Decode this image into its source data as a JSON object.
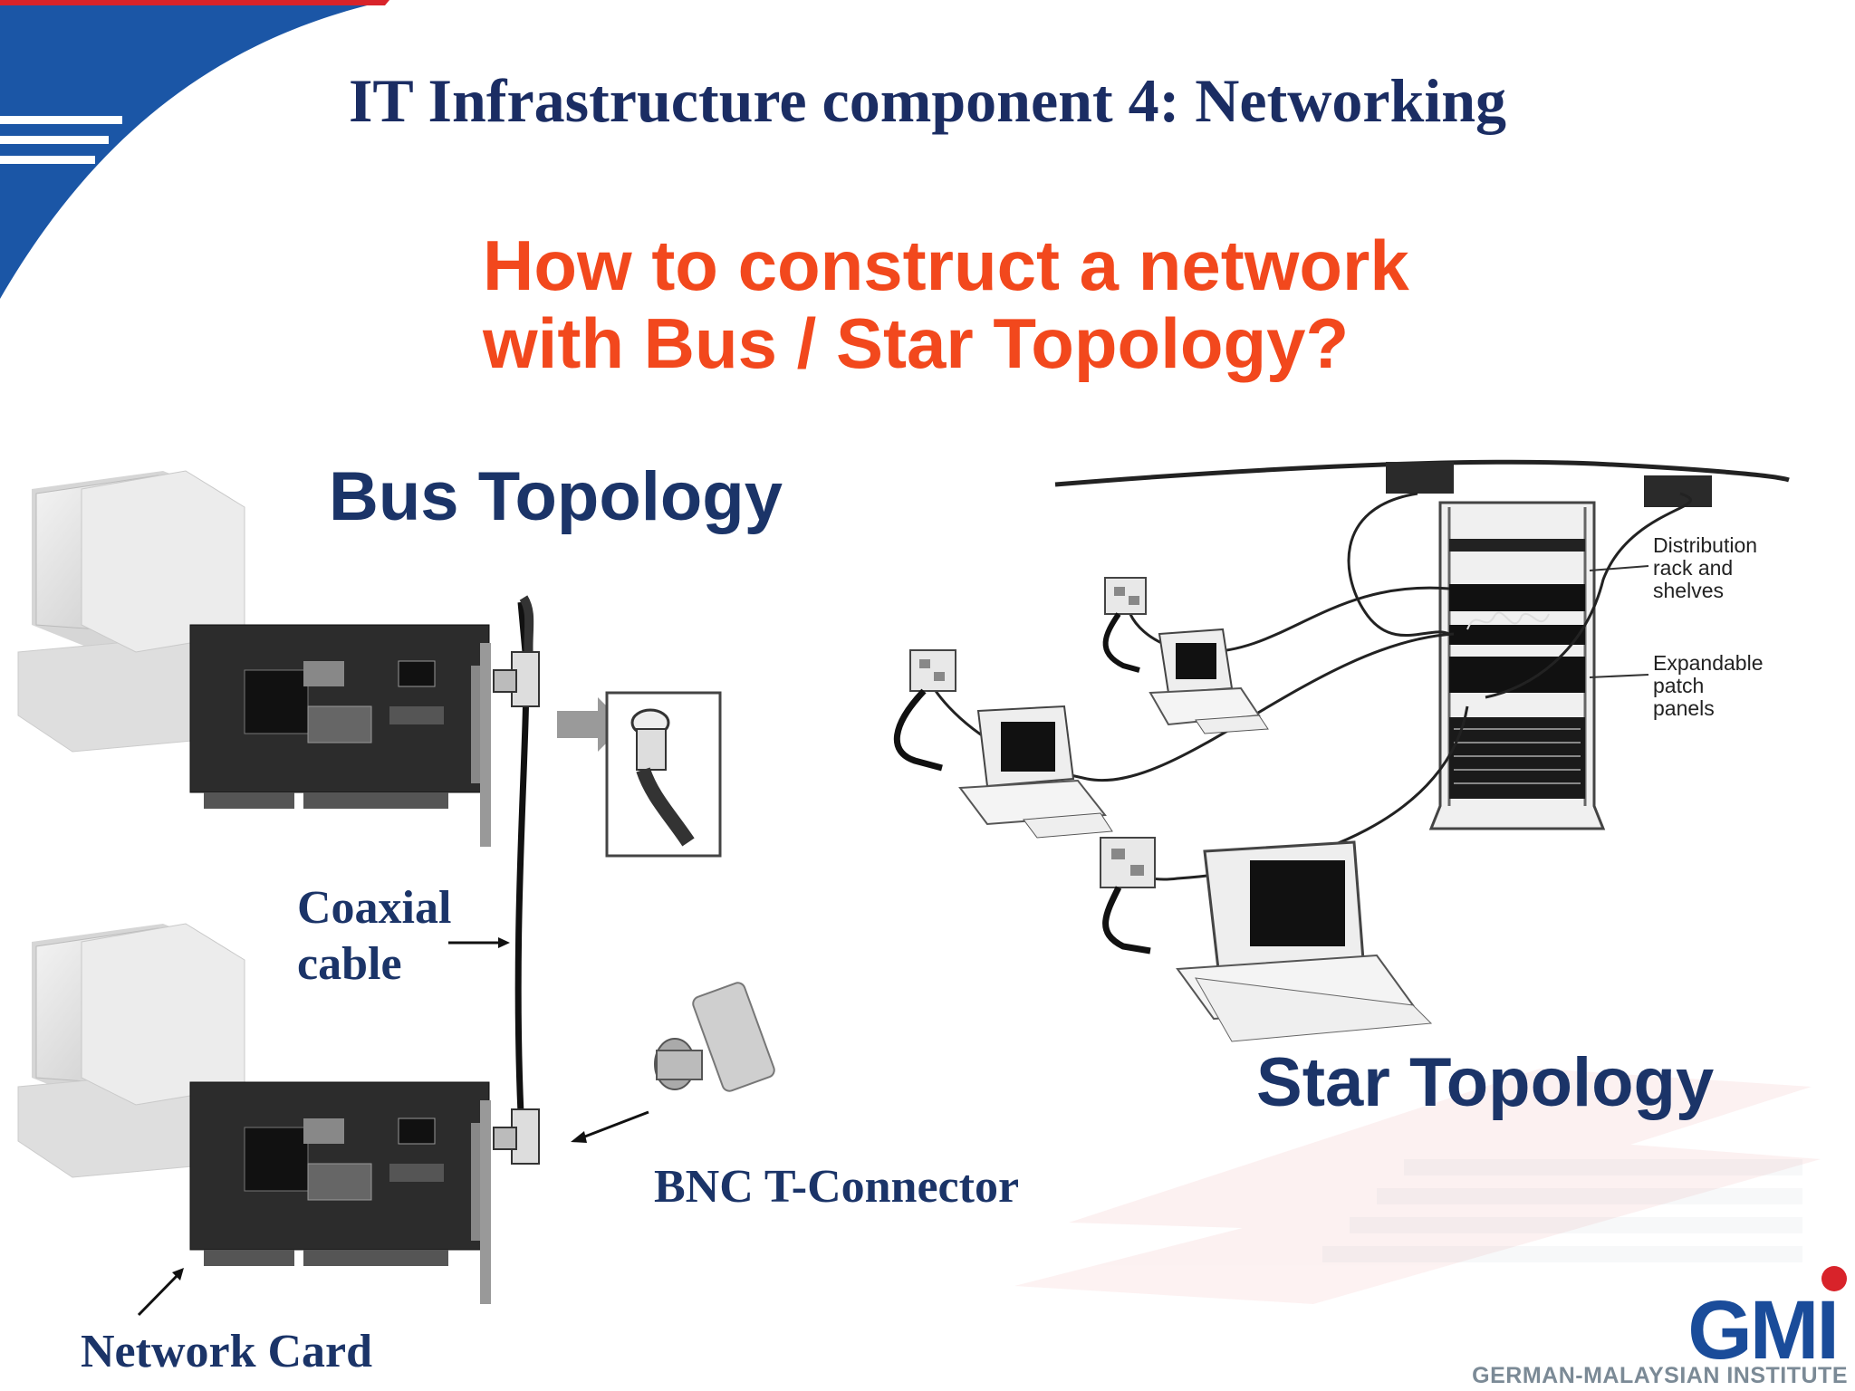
{
  "slide": {
    "title": "IT Infrastructure component 4: Networking",
    "question_line1": "How to construct a network",
    "question_line2": "with Bus / Star Topology?"
  },
  "bus": {
    "heading": "Bus Topology",
    "coaxial_line1": "Coaxial",
    "coaxial_line2": "cable",
    "bnc": "BNC T-Connector",
    "network_card": "Network Card"
  },
  "star": {
    "heading": "Star Topology",
    "rack_label": [
      "Distribution",
      "rack and",
      "shelves"
    ],
    "patch_label": [
      "Expandable",
      "patch",
      "panels"
    ]
  },
  "logo": {
    "name": "GMI",
    "subtitle": "GERMAN-MALAYSIAN INSTITUTE"
  },
  "colors": {
    "title_navy": "#1b2d63",
    "question_orange": "#f2481d",
    "heading_navy": "#1b3468",
    "brand_blue": "#1a4c9a",
    "brand_red": "#d8232a"
  }
}
